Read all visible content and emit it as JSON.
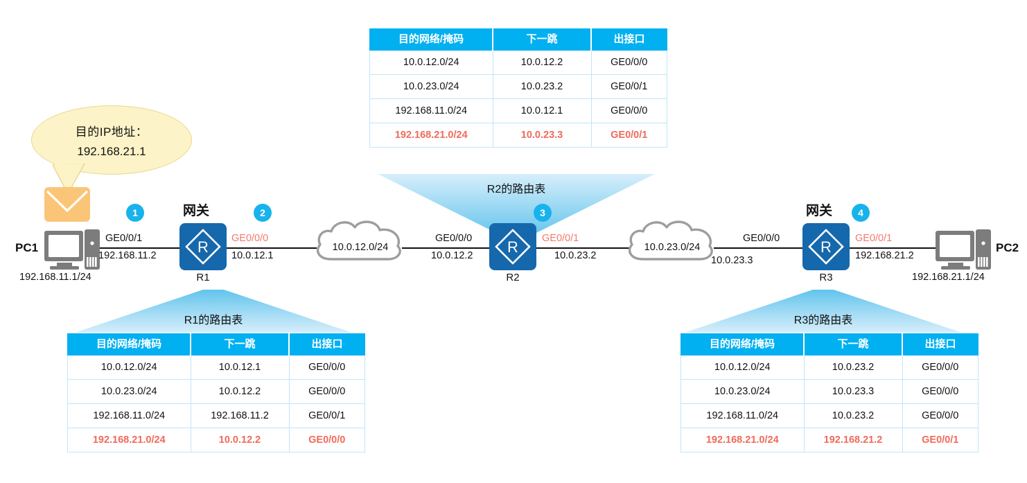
{
  "diagram": {
    "title": "IP routing forwarding diagram",
    "colors": {
      "header_blue": "#00b0F0",
      "highlight_red": "#ef6a5a",
      "badge_cyan": "#18b3ec",
      "router_blue": "#1668ac",
      "envelope_orange": "#fbc578",
      "bubble_yellow": "#fdf3c8",
      "cloud_gray": "#9e9e9e",
      "pc_gray": "#7c7c7c"
    }
  },
  "callout": {
    "line1": "目的IP地址：",
    "line2": "192.168.21.1"
  },
  "table_columns": [
    "目的网络/掩码",
    "下一跳",
    "出接口"
  ],
  "tables": {
    "r1": {
      "title": "R1的路由表",
      "rows": [
        {
          "dest": "10.0.12.0/24",
          "nexthop": "10.0.12.1",
          "iface": "GE0/0/0",
          "highlight": false
        },
        {
          "dest": "10.0.23.0/24",
          "nexthop": "10.0.12.2",
          "iface": "GE0/0/0",
          "highlight": false
        },
        {
          "dest": "192.168.11.0/24",
          "nexthop": "192.168.11.2",
          "iface": "GE0/0/1",
          "highlight": false
        },
        {
          "dest": "192.168.21.0/24",
          "nexthop": "10.0.12.2",
          "iface": "GE0/0/0",
          "highlight": true
        }
      ]
    },
    "r2": {
      "title": "R2的路由表",
      "rows": [
        {
          "dest": "10.0.12.0/24",
          "nexthop": "10.0.12.2",
          "iface": "GE0/0/0",
          "highlight": false
        },
        {
          "dest": "10.0.23.0/24",
          "nexthop": "10.0.23.2",
          "iface": "GE0/0/1",
          "highlight": false
        },
        {
          "dest": "192.168.11.0/24",
          "nexthop": "10.0.12.1",
          "iface": "GE0/0/0",
          "highlight": false
        },
        {
          "dest": "192.168.21.0/24",
          "nexthop": "10.0.23.3",
          "iface": "GE0/0/1",
          "highlight": true
        }
      ]
    },
    "r3": {
      "title": "R3的路由表",
      "rows": [
        {
          "dest": "10.0.12.0/24",
          "nexthop": "10.0.23.2",
          "iface": "GE0/0/0",
          "highlight": false
        },
        {
          "dest": "10.0.23.0/24",
          "nexthop": "10.0.23.3",
          "iface": "GE0/0/0",
          "highlight": false
        },
        {
          "dest": "192.168.11.0/24",
          "nexthop": "10.0.23.2",
          "iface": "GE0/0/0",
          "highlight": false
        },
        {
          "dest": "192.168.21.0/24",
          "nexthop": "192.168.21.2",
          "iface": "GE0/0/1",
          "highlight": true
        }
      ]
    }
  },
  "nodes": {
    "pc1": {
      "name": "PC1",
      "ip": "192.168.11.1/24"
    },
    "pc2": {
      "name": "PC2",
      "ip": "192.168.21.1/24"
    },
    "r1": {
      "name": "R1",
      "gateway_label": "网关",
      "glyph": "R"
    },
    "r2": {
      "name": "R2",
      "glyph": "R"
    },
    "r3": {
      "name": "R3",
      "gateway_label": "网关",
      "glyph": "R"
    }
  },
  "interfaces": {
    "r1_left": {
      "iface": "GE0/0/1",
      "ip": "192.168.11.2",
      "red": false
    },
    "r1_right": {
      "iface": "GE0/0/0",
      "ip": "10.0.12.1",
      "red": true
    },
    "r2_left": {
      "iface": "GE0/0/0",
      "ip": "10.0.12.2",
      "red": false
    },
    "r2_right": {
      "iface": "GE0/0/1",
      "ip": "10.0.23.2",
      "red": true
    },
    "r3_left": {
      "iface": "GE0/0/0",
      "ip": "10.0.23.3",
      "red": false
    },
    "r3_right": {
      "iface": "GE0/0/1",
      "ip": "192.168.21.2",
      "red": true
    }
  },
  "clouds": {
    "left": "10.0.12.0/24",
    "right": "10.0.23.0/24"
  },
  "badges": [
    "1",
    "2",
    "3",
    "4"
  ]
}
